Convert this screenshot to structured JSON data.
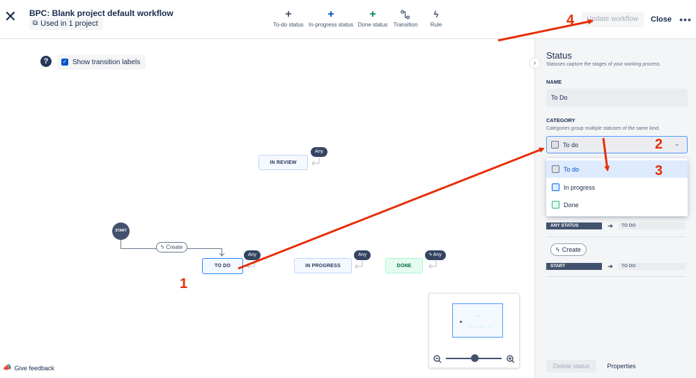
{
  "header": {
    "title": "BPC: Blank project default workflow",
    "used_in": "Used in 1 project",
    "tools": [
      {
        "label": "To-do status",
        "icon": "plus-icon",
        "color": "#42526e"
      },
      {
        "label": "In-progress status",
        "icon": "plus-icon",
        "color": "#0052cc"
      },
      {
        "label": "Done status",
        "icon": "plus-icon",
        "color": "#00875a"
      },
      {
        "label": "Transition",
        "icon": "transition-icon",
        "color": "#42526e"
      },
      {
        "label": "Rule",
        "icon": "lightning-icon",
        "color": "#42526e"
      }
    ],
    "update_button": "Update workflow",
    "close_button": "Close"
  },
  "canvas": {
    "show_transition_labels": "Show transition labels",
    "show_transition_labels_checked": true,
    "nodes": {
      "start": "START",
      "in_review": "IN REVIEW",
      "to_do": "TO DO",
      "in_progress": "IN PROGRESS",
      "done": "DONE"
    },
    "any_label": "Any",
    "create_label": "Create",
    "give_feedback": "Give feedback"
  },
  "panel": {
    "title": "Status",
    "subtitle": "Statuses capture the stages of your working process.",
    "name_label": "NAME",
    "name_value": "To Do",
    "category_label": "CATEGORY",
    "category_subtitle": "Categories group multiple statuses of the same kind.",
    "category_selected": "To do",
    "category_options": [
      {
        "label": "To do",
        "color": "#6b778c",
        "highlighted": true
      },
      {
        "label": "In progress",
        "color": "#0065ff",
        "highlighted": false
      },
      {
        "label": "Done",
        "color": "#36b37e",
        "highlighted": false
      }
    ],
    "transitions": [
      {
        "from": "ANY STATUS",
        "to": "TO DO"
      },
      {
        "from": "START",
        "to": "TO DO"
      }
    ],
    "create_transition": "Create",
    "delete_status": "Delete status",
    "properties": "Properties"
  },
  "annotations": [
    "1",
    "2",
    "3",
    "4"
  ],
  "colors": {
    "accent": "#0052cc",
    "annotation_red": "#e62e05"
  }
}
